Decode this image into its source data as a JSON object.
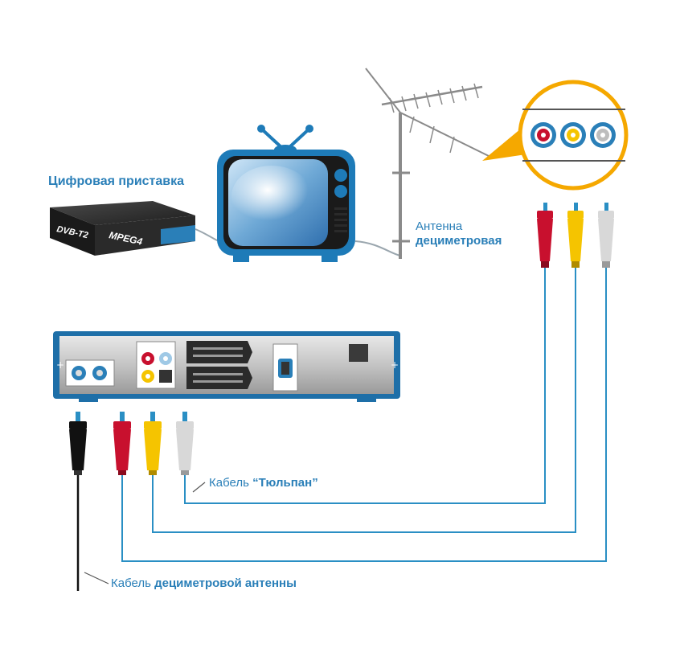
{
  "labels": {
    "digital_box": "Цифровая приставка",
    "antenna_line1": "Антенна",
    "antenna_line2": "дециметровая",
    "tulip_cable_prefix": "Кабель ",
    "tulip_cable_name": "“Тюльпан”",
    "antenna_cable_prefix": "Кабель ",
    "antenna_cable_name": "дециметровой антенны"
  },
  "device": {
    "standard": "DVB-T2",
    "codec": "MPEG4"
  },
  "colors": {
    "brand_blue": "#2a7fb8",
    "wire_blue": "#2a8fc4",
    "plug_red": "#c8102e",
    "plug_yellow": "#f5c400",
    "plug_white": "#d8d8d8",
    "plug_black": "#111111"
  }
}
